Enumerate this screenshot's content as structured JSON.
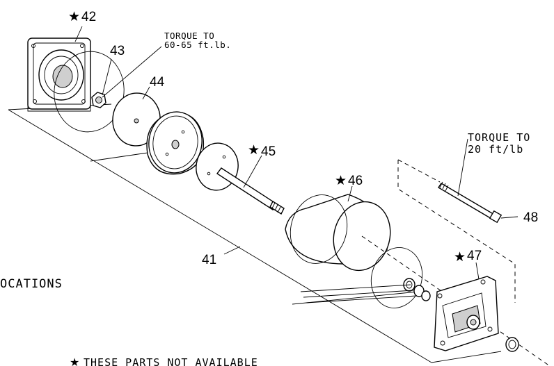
{
  "callouts": {
    "p41": "41",
    "p42": "42",
    "p43": "43",
    "p44": "44",
    "p45": "45",
    "p46": "46",
    "p47": "47",
    "p48": "48"
  },
  "star_glyph": "★",
  "notes": {
    "torque_nut_line1": "TORQUE TO",
    "torque_nut_line2": "60-65 ft.lb.",
    "torque_rod_line1": "TORQUE TO",
    "torque_rod_line2": "20 ft/lb",
    "locations_fragment": "OCATIONS",
    "legend_fragment": "THESE PARTS NOT AVAILABLE"
  },
  "icons": {
    "star": "star-icon"
  }
}
